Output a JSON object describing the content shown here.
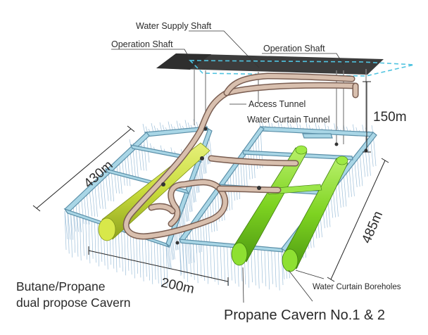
{
  "labels": {
    "water_supply_shaft": "Water Supply Shaft",
    "operation_shaft_left": "Operation Shaft",
    "operation_shaft_right": "Operation Shaft",
    "access_tunnel": "Access Tunnel",
    "water_curtain_tunnel": "Water Curtain Tunnel",
    "dim_150": "150m",
    "dim_430": "430m",
    "dim_485": "485m",
    "dim_200": "200m",
    "butane_line1": "Butane/Propane",
    "butane_line2": "dual propose Cavern",
    "water_curtain_boreholes": "Water Curtain Boreholes",
    "propane_caverns": "Propane Cavern No.1 & 2"
  },
  "colors": {
    "surface_plate": "#3a3a3a",
    "tunnel_outline": "#7a5e52",
    "tunnel_fill": "#d8bfae",
    "frame": "#a9d6e6",
    "propane_cavern": "#7ed321",
    "butane_cavern": "#c9dc3c",
    "dashed_outline": "#4fc3e0"
  }
}
